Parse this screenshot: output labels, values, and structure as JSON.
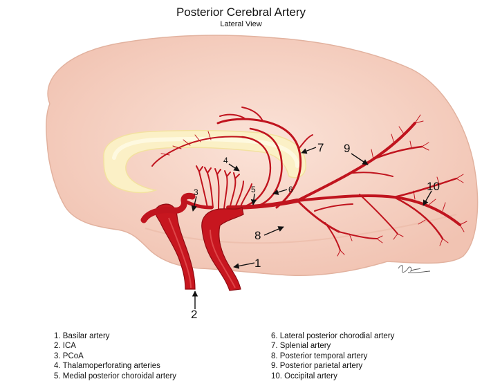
{
  "header": {
    "title": "Posterior Cerebral Artery",
    "subtitle": "Lateral View"
  },
  "callouts": {
    "n1": "1",
    "n2": "2",
    "n3": "3",
    "n4": "4",
    "n5": "5",
    "n6": "6",
    "n7": "7",
    "n8": "8",
    "n9": "9",
    "n10": "10"
  },
  "legend": {
    "left": [
      "1. Basilar artery",
      "2. ICA",
      "3. PCoA",
      "4. Thalamoperforating arteries",
      "5. Medial posterior choroidal artery"
    ],
    "right": [
      "6. Lateral posterior chorodial artery",
      "7. Splenial artery",
      "8. Posterior temporal artery",
      "9. Posterior parietal artery",
      "10. Occipital artery"
    ]
  },
  "colors": {
    "brain_fill": "#f6d2c4",
    "brain_stroke": "#e0b3a2",
    "corpus_callosum": "#fbf2c8",
    "artery": "#c0141e",
    "artery_dark": "#8f0b12"
  }
}
